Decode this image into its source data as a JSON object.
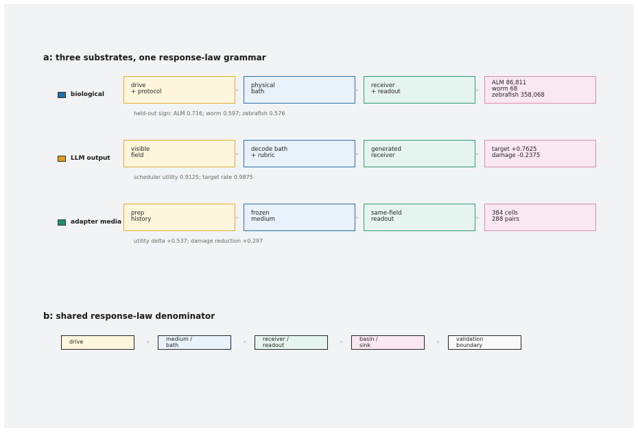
{
  "panel_a": {
    "letter": "a:",
    "title": "three substrates, one response-law grammar",
    "arrow_glyph": "►",
    "rows": [
      {
        "label": "biological",
        "color": "#1f6fa8",
        "nodes": [
          "drive\n+ protocol",
          "physical\nbath",
          "receiver\n+ readout",
          "ALM 86,811\nworm 68\nzebrafish 358,068"
        ],
        "note": "held-out sign: ALM 0.716; worm 0.597; zebrafish 0.576"
      },
      {
        "label": "LLM output",
        "color": "#e09a1c",
        "nodes": [
          "visible\nfield",
          "decode bath\n+ rubric",
          "generated\nreceiver",
          "target +0.7625\ndamage -0.2375"
        ],
        "note": "scheduler utility 0.9125; target rate 0.9875"
      },
      {
        "label": "adapter media",
        "color": "#1f9070",
        "nodes": [
          "prep\nhistory",
          "frozen\nmedium",
          "same-field\nreadout",
          "384 cells\n288 pairs"
        ],
        "note": "utility delta +0.537; damage reduction +0.297"
      }
    ]
  },
  "panel_b": {
    "letter": "b:",
    "title": "shared response-law denominator",
    "nodes": [
      "drive",
      "medium /\nbath",
      "receiver /\nreadout",
      "basin /\nsink",
      "validation\nboundary"
    ]
  }
}
